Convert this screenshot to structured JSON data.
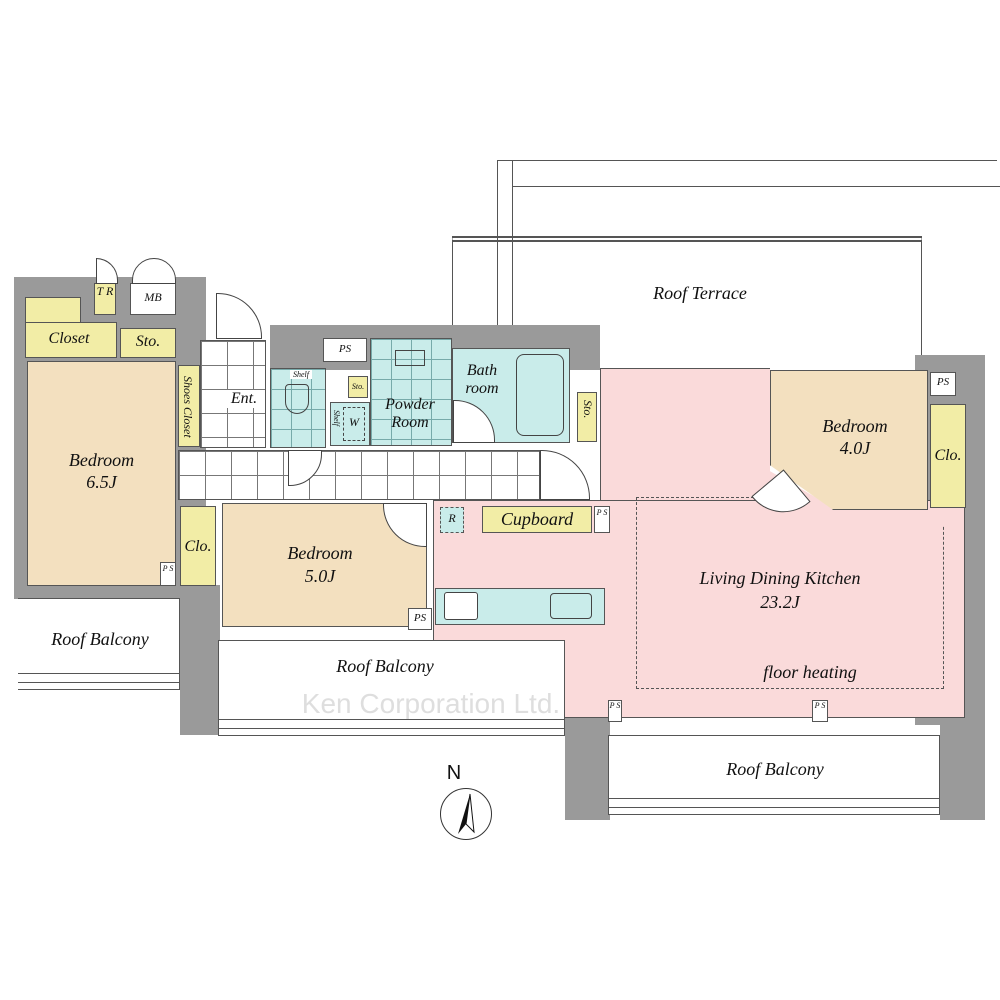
{
  "rooms": {
    "bedroom_1": {
      "name": "Bedroom",
      "size": "6.5J"
    },
    "bedroom_2": {
      "name": "Bedroom",
      "size": "5.0J"
    },
    "bedroom_3": {
      "name": "Bedroom",
      "size": "4.0J"
    },
    "ldk": {
      "name": "Living Dining Kitchen",
      "size": "23.2J",
      "note": "floor heating"
    },
    "closet": "Closet",
    "storage": "Sto.",
    "storage_small": "Sto.",
    "storage_bath": "Sto.",
    "trunk_room": "T R",
    "meter_box": "MB",
    "shoes_closet": "Shoes Closet",
    "entrance": "Ent.",
    "powder_room": "Powder Room",
    "bathroom": "Bath room",
    "washer": "W",
    "shelf_1": "Shelf",
    "shelf_2": "Shelf",
    "clo_1": "Clo.",
    "clo_2": "Clo.",
    "cupboard": "Cupboard",
    "refrigerator": "R",
    "ps_labels": [
      "PS",
      "PS",
      "P S",
      "P S",
      "PS",
      "P S",
      "P S"
    ],
    "roof_terrace": "Roof Terrace",
    "roof_balcony_left": "Roof Balcony",
    "roof_balcony_middle": "Roof Balcony",
    "roof_balcony_right": "Roof Balcony"
  },
  "compass": {
    "label": "N"
  },
  "watermark": "Ken Corporation Ltd.",
  "colors": {
    "bedroom": "#f3e0bf",
    "ldk": "#fadada",
    "storage": "#f2eda6",
    "wet": "#c9ecea",
    "wall": "#9a9a9a"
  }
}
